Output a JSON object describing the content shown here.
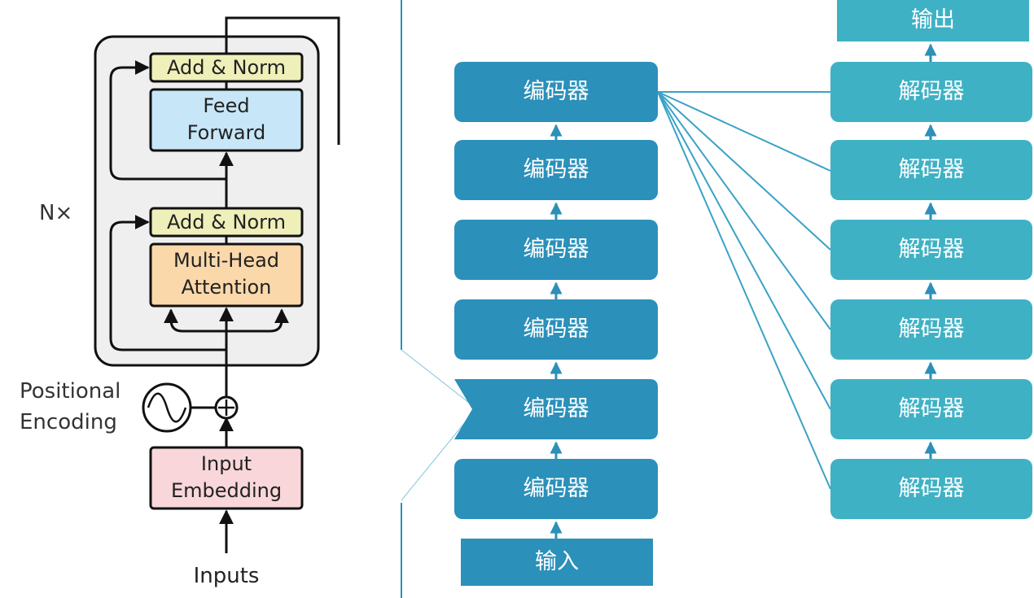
{
  "left_diagram": {
    "nx": "N×",
    "add_norm_top": "Add & Norm",
    "feed_forward_1": "Feed",
    "feed_forward_2": "Forward",
    "add_norm_bottom": "Add & Norm",
    "mha_1": "Multi-Head",
    "mha_2": "Attention",
    "positional_1": "Positional",
    "positional_2": "Encoding",
    "input_embedding_1": "Input",
    "input_embedding_2": "Embedding",
    "inputs": "Inputs"
  },
  "right_diagram": {
    "input_label": "输入",
    "output_label": "输出",
    "encoder_label": "编码器",
    "decoder_label": "解码器"
  },
  "colors": {
    "encoder": "#2b90ba",
    "decoder": "#3fb1c5",
    "input_box": "#2b90ba",
    "output_box": "#3fb1c5",
    "connector": "#3aa2c6",
    "add_norm": "#eff0b9",
    "feed_forward": "#c7e6f8",
    "multi_head": "#fbd8aa",
    "input_embedding": "#f8d6d9",
    "stack_bg": "#efefef"
  }
}
